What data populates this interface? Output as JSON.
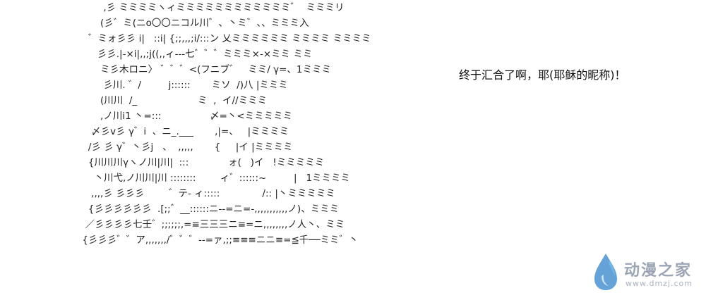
{
  "art": {
    "lines": [
      "        ,彡 ミミミミヽィミミミミミミミミミミミミ゛  ミミミリ",
      "       (彡゛ミ(ニo〇〇ニコル川゛、丶ミ゛、、ミミミ入",
      "   ゛ミォ彡彡 i|   ::i| {;;,,,;i/:::ン 乂ミミミミミミ ミミミミ ミミミミ",
      "      彡彡.|-×i|,,;j((,,ィ-‐‐七゛゛゛ミミミ×-×ミミ ミミ",
      "       ミ彡木ロニ〉 ゛゛゛<(フニブ゛   ミミ/ γ=、1ミミミ",
      "        彡川. ゛/         j::::::       ミソ  /)八 |ミミミ",
      "       (川川  /_                    ミ  ,  イ//ミミミ",
      "       ,ノ川i1 丶=:::                〆=丶<ミミミミミ",
      "    〆彡v彡 γ゛i  、ニ_.___       ,|=、   |ミミミミ",
      "   /彡 彡 γ゛丶彡j   、  ,,,,,       {     |イ |ミミミミ",
      "   {川川川γヽノ川|川|  :::             ォ(   )イ   !ミミミミミ",
      "     丶川弋,ノ川川|川 ::::::::        ィ゛::::::~         |   1ミミミミ",
      "    ,,,,彡 彡彡彡        ゛テ- ィ:::::              /:: |丶ミミミミミ",
      "   {彡彡彡彡彡彡  .[;;゛__::::::ニ-‐=ニ=‐,,,,,,,,,,,ノ)、ミミミ",
      "  ／彡彡彡彡七壬゛;;;;;;,=≡三三三ニ≡=ニ,,,,,,,,ノ人丶、ミミ",
      " {彡彡彡゛゛ア,,,,,,,/゛゛゛‐‐=ァ,;;≡≡≡ニニ≡=≦千──ミミ゛丶"
    ]
  },
  "caption": "终于汇合了啊，耶(耶稣的昵称)！",
  "watermark": {
    "brand": "动漫之家",
    "site": "www.dmzj.com",
    "icon": "water-drop-logo-icon",
    "color_primary": "#2a7fc9",
    "color_secondary": "#8a96a8"
  }
}
